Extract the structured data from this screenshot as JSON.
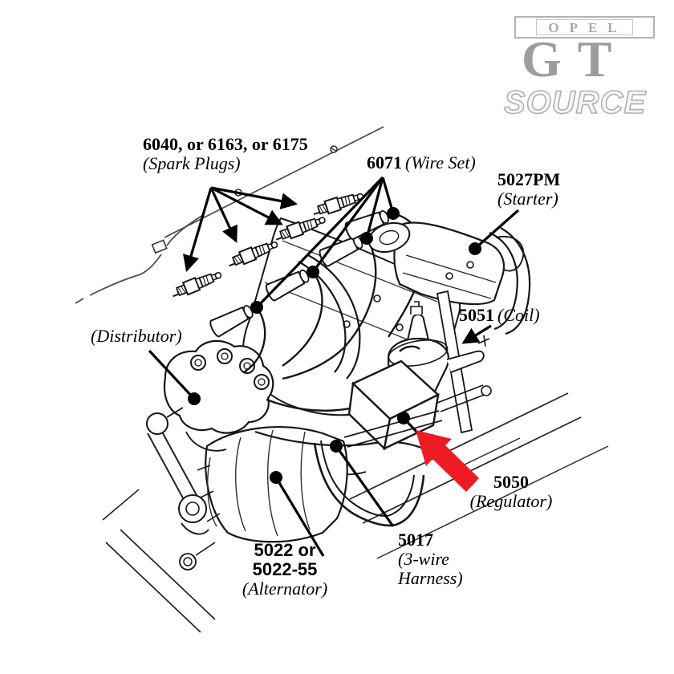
{
  "logo": {
    "opel_text": "OPEL",
    "gt_text": "GT",
    "source_text": "SOURCE"
  },
  "parts": {
    "spark_plugs": {
      "part_numbers": "6040, or 6163, or 6175",
      "label": "(Spark Plugs)"
    },
    "wire_set": {
      "part_number": "6071",
      "label": "(Wire Set)"
    },
    "starter": {
      "part_number": "5027PM",
      "label": "(Starter)"
    },
    "coil": {
      "part_number": "5051",
      "label": "(Coil)"
    },
    "distributor": {
      "label": "(Distributor)"
    },
    "regulator": {
      "part_number": "5050",
      "label": "(Regulator)"
    },
    "harness": {
      "part_number": "5017",
      "label_line1": "(3-wire",
      "label_line2": "Harness)"
    },
    "alternator": {
      "part_number_line1": "5022 or",
      "part_number_line2": "5022-55",
      "label": "(Alternator)"
    }
  },
  "colors": {
    "diagram_line": "#161616",
    "highlight_arrow": "#ed1c24",
    "logo_gray": "#a3a3a3"
  }
}
